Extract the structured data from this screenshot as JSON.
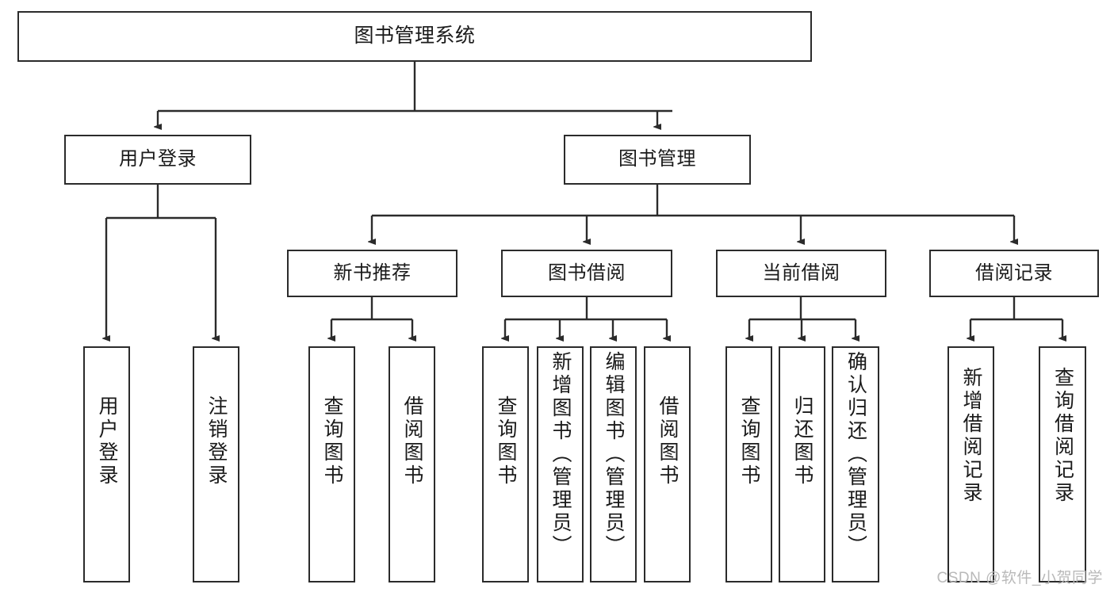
{
  "diagram": {
    "type": "tree-hierarchy",
    "title": "图书管理系统",
    "watermark": "CSDN @软件_小贺同学",
    "colors": {
      "stroke": "#2b2b2b",
      "fill": "#ffffff",
      "text": "#1a1a1a",
      "watermark": "#b9b9b9"
    },
    "nodes": {
      "root": {
        "label": "图书管理系统"
      },
      "level2": [
        {
          "label": "用户登录"
        },
        {
          "label": "图书管理"
        }
      ],
      "level3": [
        {
          "label": "新书推荐"
        },
        {
          "label": "图书借阅"
        },
        {
          "label": "当前借阅"
        },
        {
          "label": "借阅记录"
        }
      ],
      "leaves_user_login": [
        {
          "label": "用户登录"
        },
        {
          "label": "注销登录"
        }
      ],
      "leaves_new_book": [
        {
          "label": "查询图书"
        },
        {
          "label": "借阅图书"
        }
      ],
      "leaves_borrow": [
        {
          "label": "查询图书"
        },
        {
          "label": "新增图书（管理员）"
        },
        {
          "label": "编辑图书（管理员）"
        },
        {
          "label": "借阅图书"
        }
      ],
      "leaves_current": [
        {
          "label": "查询图书"
        },
        {
          "label": "归还图书"
        },
        {
          "label": "确认归还（管理员）"
        }
      ],
      "leaves_record": [
        {
          "label": "新增借阅记录"
        },
        {
          "label": "查询借阅记录"
        }
      ]
    }
  }
}
